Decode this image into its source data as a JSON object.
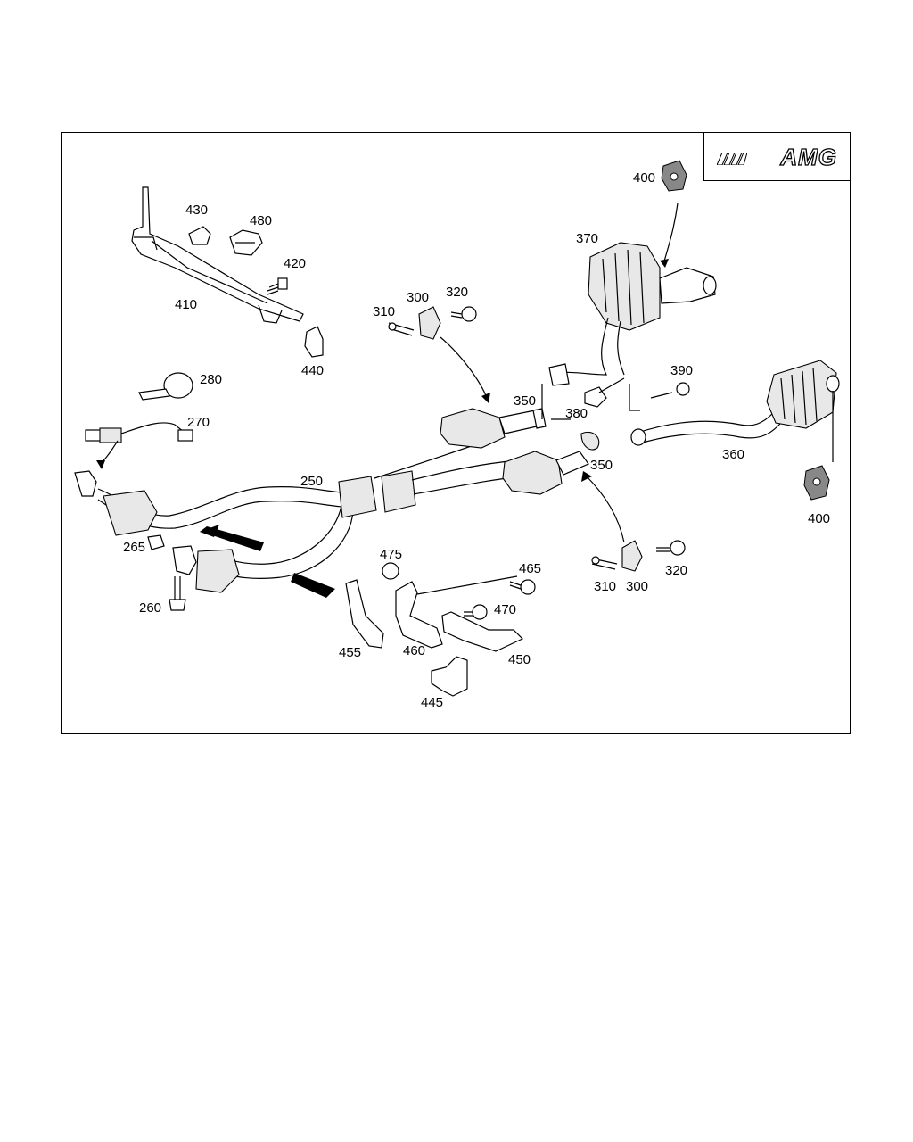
{
  "brand": {
    "logo_text": "AMG"
  },
  "callouts": {
    "c250": "250",
    "c260": "260",
    "c265": "265",
    "c270": "270",
    "c280": "280",
    "c300a": "300",
    "c300b": "300",
    "c310a": "310",
    "c310b": "310",
    "c320a": "320",
    "c320b": "320",
    "c350a": "350",
    "c350b": "350",
    "c360": "360",
    "c370": "370",
    "c380": "380",
    "c390": "390",
    "c400a": "400",
    "c400b": "400",
    "c410": "410",
    "c420": "420",
    "c430": "430",
    "c440": "440",
    "c445": "445",
    "c450": "450",
    "c455": "455",
    "c460": "460",
    "c465": "465",
    "c470": "470",
    "c475": "475",
    "c480": "480"
  }
}
